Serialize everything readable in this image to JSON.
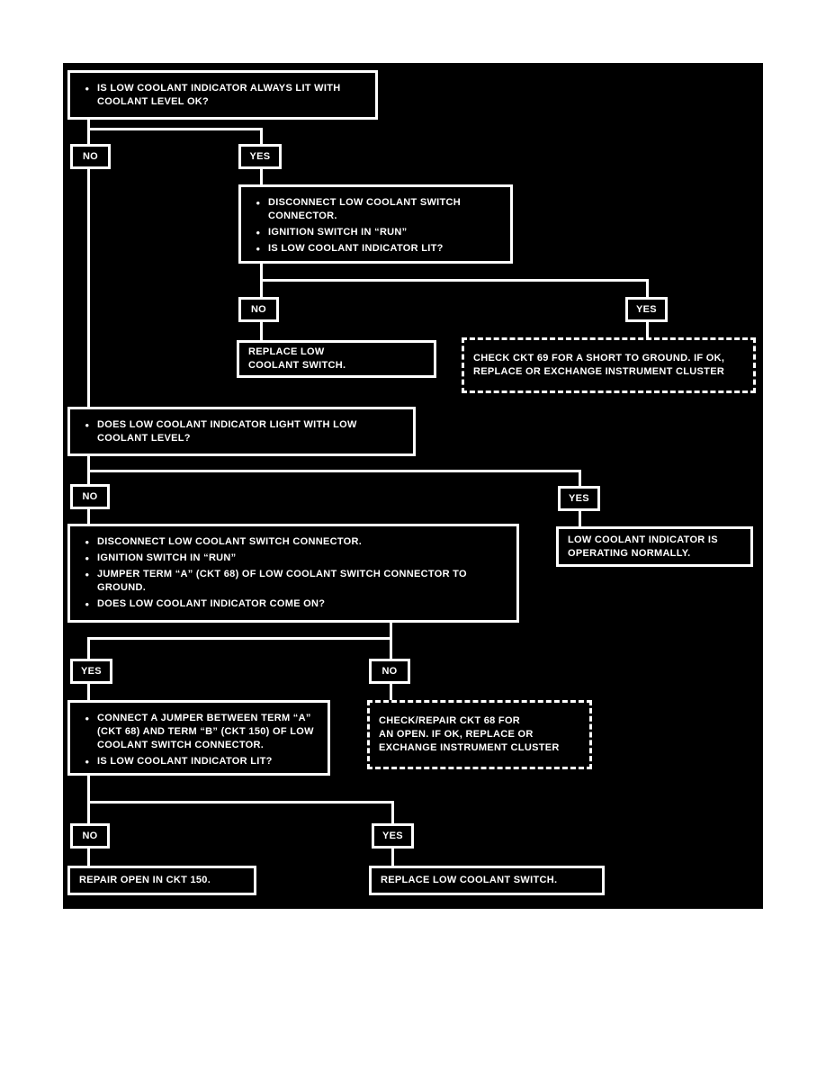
{
  "ui": {
    "bullet": "●"
  },
  "labels": {
    "no": "NO",
    "yes": "YES"
  },
  "colors": {
    "page": "#ffffff",
    "canvas": "#000000",
    "line": "#ffffff",
    "text": "#ffffff"
  },
  "flow": {
    "q1": {
      "items": [
        "IS LOW COOLANT INDICATOR ALWAYS LIT WITH COOLANT LEVEL OK?"
      ]
    },
    "q2": {
      "items": [
        "DISCONNECT LOW COOLANT SWITCH CONNECTOR.",
        "IGNITION SWITCH IN “RUN”",
        "IS LOW COOLANT INDICATOR LIT?"
      ]
    },
    "a1": {
      "text": "REPLACE LOW\nCOOLANT SWITCH."
    },
    "a2": {
      "text": "CHECK CKT 69 FOR A SHORT TO GROUND. IF OK,\nREPLACE OR EXCHANGE INSTRUMENT CLUSTER"
    },
    "q3": {
      "items": [
        "DOES LOW COOLANT INDICATOR LIGHT WITH LOW COOLANT LEVEL?"
      ]
    },
    "a3": {
      "text": "LOW COOLANT INDICATOR IS\nOPERATING NORMALLY."
    },
    "q4": {
      "items": [
        "DISCONNECT LOW COOLANT SWITCH CONNECTOR.",
        "IGNITION SWITCH IN “RUN”",
        "JUMPER TERM “A” (CKT 68) OF LOW COOLANT SWITCH CONNECTOR TO GROUND.",
        "DOES LOW COOLANT INDICATOR COME ON?"
      ]
    },
    "q5": {
      "items": [
        "CONNECT A JUMPER BETWEEN TERM “A” (CKT 68) AND TERM “B” (CKT 150) OF LOW COOLANT SWITCH CONNECTOR.",
        "IS LOW COOLANT INDICATOR LIT?"
      ]
    },
    "a4": {
      "text": "CHECK/REPAIR CKT 68 FOR\nAN OPEN. IF OK, REPLACE OR\nEXCHANGE INSTRUMENT CLUSTER"
    },
    "a5": {
      "text": "REPAIR OPEN IN CKT 150."
    },
    "a6": {
      "text": "REPLACE LOW COOLANT SWITCH."
    }
  }
}
